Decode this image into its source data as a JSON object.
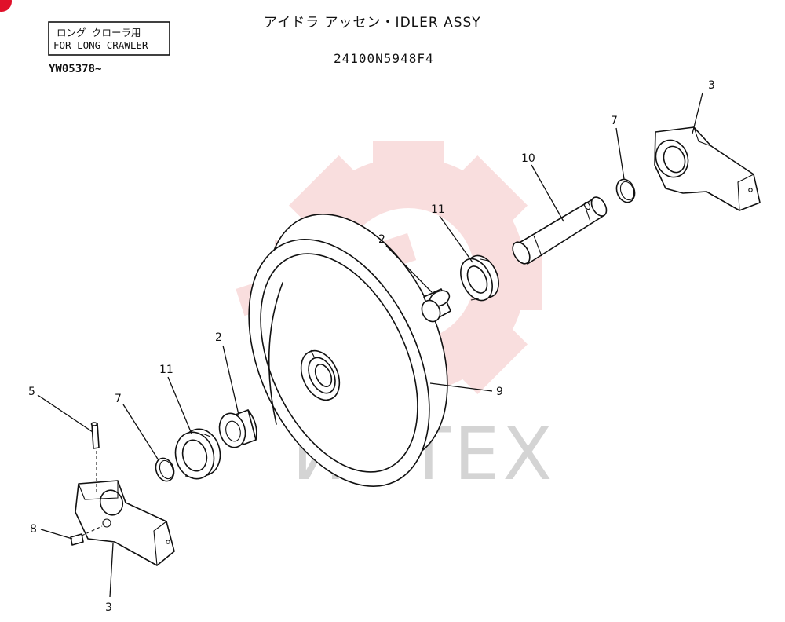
{
  "header": {
    "title": "アイドラ アッセン・IDLER ASSY",
    "part_number": "24100N5948F4",
    "note_box": {
      "line1": "ロング クローラ用",
      "line2": "FOR LONG CRAWLER"
    },
    "serial": "YW05378~"
  },
  "callouts": {
    "c2a": "2",
    "c2b": "2",
    "c3a": "3",
    "c3b": "3",
    "c5": "5",
    "c7a": "7",
    "c7b": "7",
    "c8": "8",
    "c9": "9",
    "c10": "10",
    "c11a": "11",
    "c11b": "11"
  },
  "watermark": {
    "text": "ИНТЕХ",
    "color": "#f2b8b8"
  },
  "colors": {
    "ink": "#111111",
    "watermark_gear": "#f5c4c4",
    "corner_mark": "#e0102a"
  }
}
